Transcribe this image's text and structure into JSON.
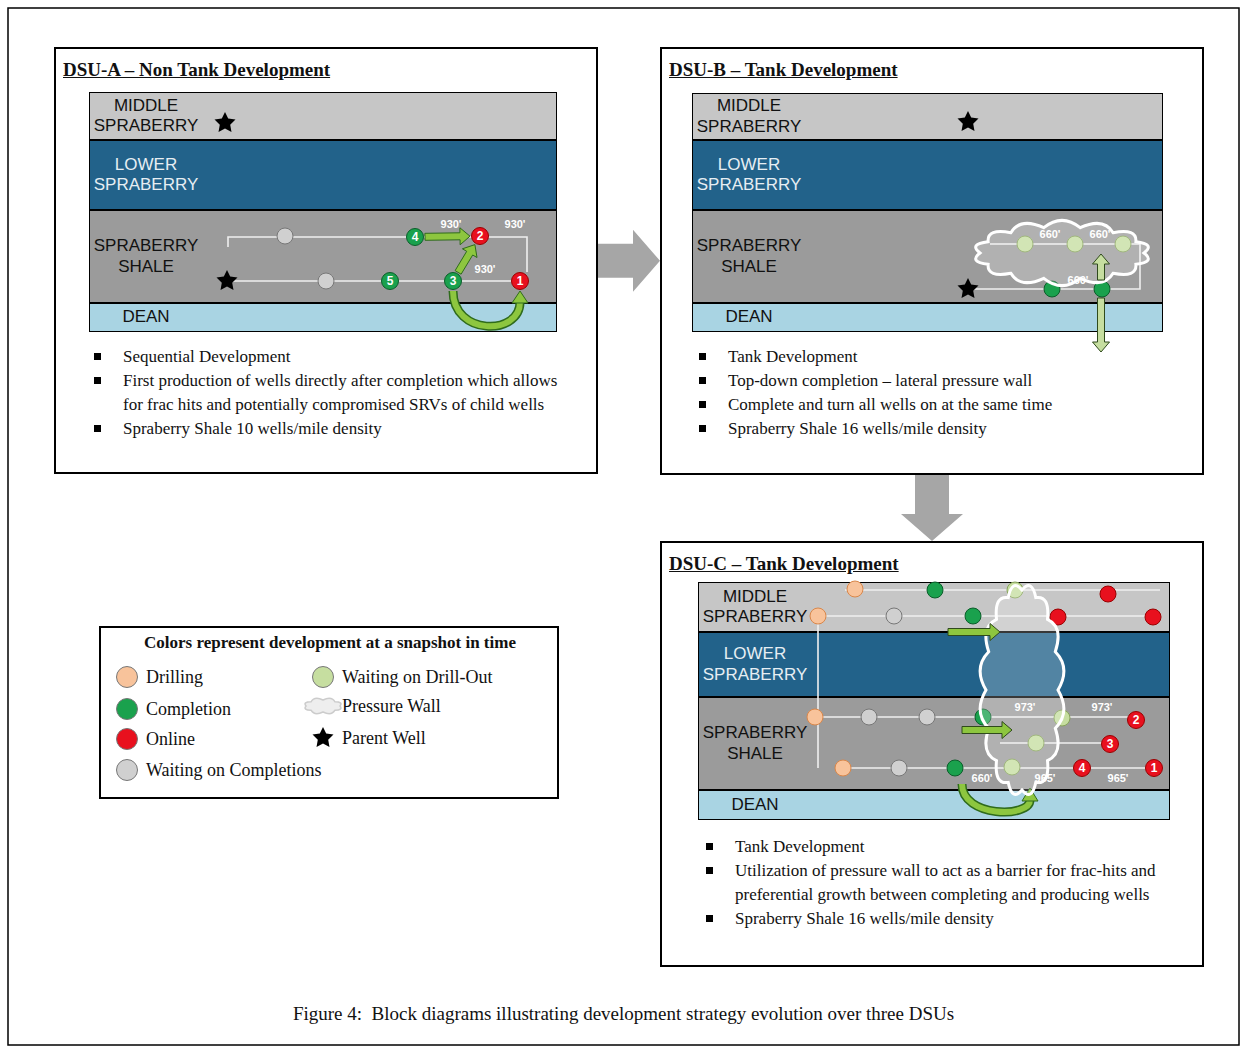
{
  "diagram": {
    "caption": "Figure 4:  Block diagrams illustrating development strategy evolution over three DSUs",
    "nodes": [
      {
        "text": [
          "DSU-A – Non Tank Development",
          "Sequential Development",
          "First production of wells directly after completion which allows for frac hits and potentially compromised SRVs of child wells",
          "Spraberry Shale 10 wells/mile density"
        ]
      },
      {
        "text": [
          "MIDDLE SPRABERRY"
        ],
        "in": 0
      },
      {
        "text": [
          "LOWER SPRABERRY"
        ],
        "in": 0
      },
      {
        "text": [
          "SPRABERRY SHALE"
        ],
        "in": 0
      },
      {
        "text": [
          "DEAN"
        ],
        "in": 0
      },
      {
        "text": [
          "4"
        ],
        "in": 3
      },
      {
        "text": [
          "2"
        ],
        "in": 3
      },
      {
        "text": [
          "5"
        ],
        "in": 3
      },
      {
        "text": [
          "3"
        ],
        "in": 3
      },
      {
        "text": [
          "1"
        ],
        "in": 3
      },
      {
        "text": [
          "DSU-B – Tank Development",
          "Tank Development",
          "Top-down completion – lateral pressure wall",
          "Complete and turn all wells on at the same time",
          "Spraberry Shale 16 wells/mile density"
        ]
      },
      {
        "text": [
          "MIDDLE SPRABERRY"
        ],
        "in": 10
      },
      {
        "text": [
          "LOWER SPRABERRY"
        ],
        "in": 10
      },
      {
        "text": [
          "SPRABERRY SHALE"
        ],
        "in": 10
      },
      {
        "text": [
          "DEAN"
        ],
        "in": 10
      },
      {
        "text": [
          "DSU-C – Tank Development",
          "Tank Development",
          "Utilization of pressure wall to act as a barrier for frac-hits and preferential growth between completing and producing wells",
          "Spraberry Shale 16 wells/mile density"
        ]
      },
      {
        "text": [
          "MIDDLE SPRABERRY"
        ],
        "in": 15
      },
      {
        "text": [
          "LOWER SPRABERRY"
        ],
        "in": 15
      },
      {
        "text": [
          "SPRABERRY SHALE"
        ],
        "in": 15
      },
      {
        "text": [
          "DEAN"
        ],
        "in": 15
      },
      {
        "text": [
          "2"
        ],
        "in": 18
      },
      {
        "text": [
          "3"
        ],
        "in": 18
      },
      {
        "text": [
          "4"
        ],
        "in": 18
      },
      {
        "text": [
          "1"
        ],
        "in": 18
      }
    ],
    "edges": [
      {
        "from": 5,
        "to": 6,
        "arrow": "to"
      },
      {
        "from": 8,
        "to": 6,
        "arrow": "to"
      },
      {
        "from": 8,
        "to": 9,
        "arrow": "to"
      },
      {
        "from": 0,
        "to": 10,
        "arrow": "to"
      },
      {
        "from": 10,
        "to": 15,
        "arrow": "to"
      }
    ],
    "labels": [
      "930'",
      "930'",
      "930'",
      "660'",
      "660'",
      "660'",
      "Colors represent development at a snapshot in time",
      "973'",
      "973'",
      "660'",
      "965'",
      "965'"
    ],
    "legend": [
      {
        "text": "Drilling",
        "color": "#f8c39b"
      },
      {
        "text": "Waiting on Drill-Out",
        "color": "#c6dea0"
      },
      {
        "text": "Completion",
        "color": "#1aa14d"
      },
      {
        "text": "Pressure Wall"
      },
      {
        "text": "Online",
        "color": "#e8101e"
      },
      {
        "text": "Parent Well"
      },
      {
        "text": "Waiting on Completions",
        "color": "#d0d0d0"
      }
    ]
  }
}
